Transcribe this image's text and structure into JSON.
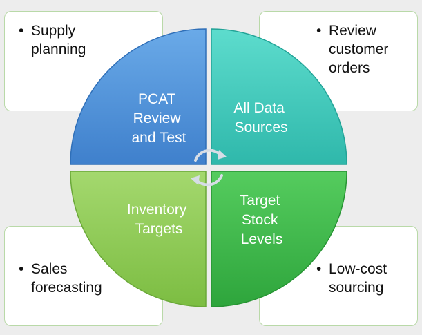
{
  "boxes": {
    "top_left": {
      "bullet_lines": [
        "Supply",
        "planning"
      ]
    },
    "top_right": {
      "bullet_lines": [
        "Review",
        "customer",
        "orders"
      ]
    },
    "bottom_left": {
      "bullet_lines": [
        "Sales",
        "forecasting"
      ]
    },
    "bottom_right": {
      "bullet_lines": [
        "Low-cost",
        "sourcing"
      ]
    }
  },
  "quadrants": {
    "top_left": {
      "lines": [
        "PCAT",
        "Review",
        "and Test"
      ],
      "color": "#4a90d9"
    },
    "top_right": {
      "lines": [
        "All Data",
        "Sources"
      ],
      "color": "#3cc8bb"
    },
    "bottom_left": {
      "lines": [
        "Inventory",
        "Targets"
      ],
      "color": "#8fcc55"
    },
    "bottom_right": {
      "lines": [
        "Target",
        "Stock",
        "Levels"
      ],
      "color": "#3db84a"
    }
  },
  "colors": {
    "box_border": "#b9d9a8",
    "background": "#ededed",
    "center_arrows": "#d6dde6"
  },
  "icons": {
    "center": "refresh-cycle-icon"
  }
}
